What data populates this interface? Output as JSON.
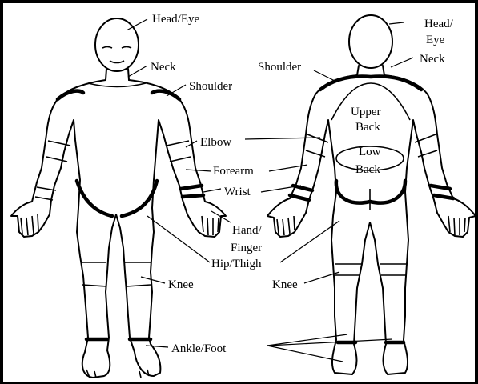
{
  "diagram": {
    "labels": {
      "head_eye_front": "Head/Eye",
      "neck_front": "Neck",
      "shoulder_front": "Shoulder",
      "head_back_line1": "Head/",
      "head_back_line2": "Eye",
      "neck_back": "Neck",
      "shoulder_back": "Shoulder",
      "upper_back_line1": "Upper",
      "upper_back_line2": "Back",
      "low_back_line1": "Low",
      "low_back_line2": "Back",
      "elbow": "Elbow",
      "forearm": "Forearm",
      "wrist": "Wrist",
      "hand_line1": "Hand/",
      "hand_line2": "Finger",
      "hip_thigh": "Hip/Thigh",
      "knee_front": "Knee",
      "knee_back": "Knee",
      "ankle_foot": "Ankle/Foot"
    },
    "colors": {
      "stroke": "#000000",
      "background": "#ffffff"
    }
  }
}
